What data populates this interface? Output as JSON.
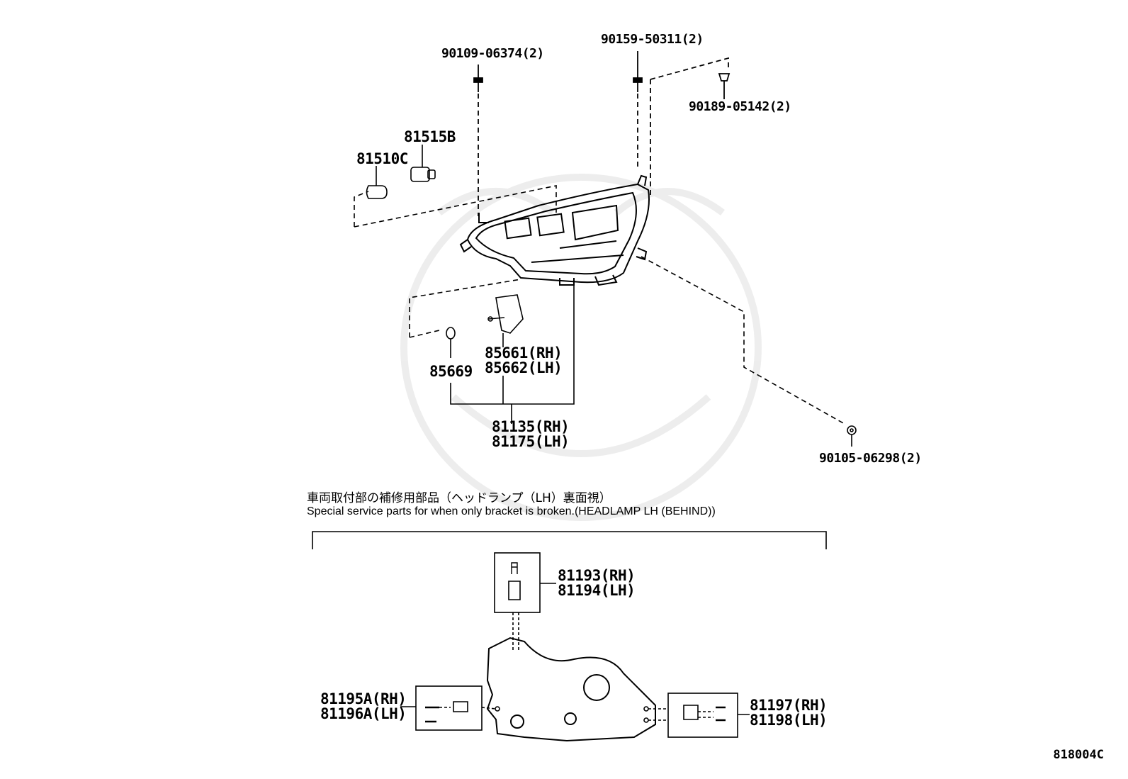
{
  "callouts": {
    "bolt_top_left": "90109-06374(2)",
    "bolt_top_right": "90159-50311(2)",
    "clip_top_right": "90189-05142(2)",
    "bulb_holder": "81515B",
    "bulb": "81510C",
    "oring": "85669",
    "actuator_rh": "85661(RH)",
    "actuator_lh": "85662(LH)",
    "headlamp_rh": "81135(RH)",
    "headlamp_lh": "81175(LH)",
    "screw_right": "90105-06298(2)",
    "bracket_top_rh": "81193(RH)",
    "bracket_top_lh": "81194(LH)",
    "bracket_left_rh": "81195A(RH)",
    "bracket_left_lh": "81196A(LH)",
    "bracket_right_rh": "81197(RH)",
    "bracket_right_lh": "81198(LH)"
  },
  "note": {
    "japanese": "車両取付部の補修用部品（ヘッドランプ（LH）裏面視）",
    "english": "Special service parts for when only bracket is broken.(HEADLAMP LH (BEHIND))"
  },
  "diagram_ref": "818004C"
}
